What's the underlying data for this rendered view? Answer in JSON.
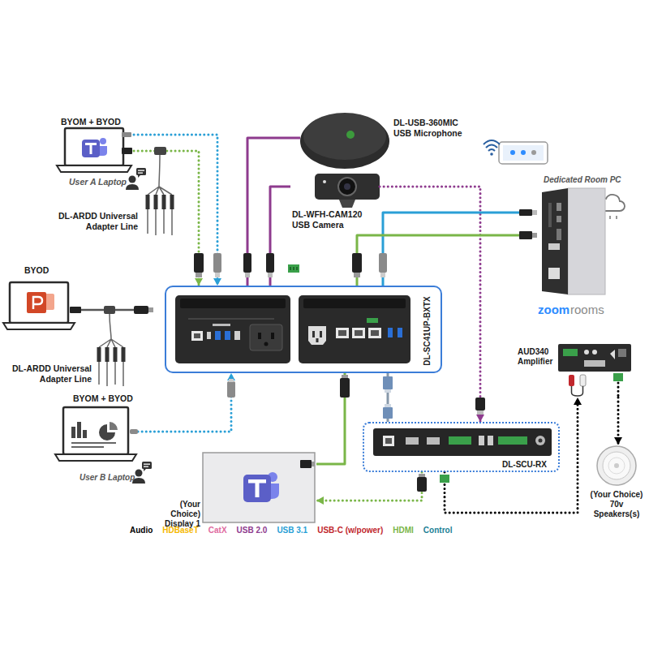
{
  "diagram": {
    "nodes": [
      {
        "text": [
          "BYOM + BYOD",
          "User A Laptop"
        ]
      },
      {
        "text": [
          "DL-ARDD Universal Adapter Line"
        ]
      },
      {
        "text": [
          "DL-USB-360MIC USB Microphone"
        ]
      },
      {
        "text": [
          "DL-WFH-CAM120 USB Camera"
        ]
      },
      {
        "text": [
          "Dedicated Room PC",
          "zoom",
          "rooms"
        ]
      },
      {
        "text": [
          "BYOD"
        ]
      },
      {
        "text": [
          "DL-ARDD Universal Adapter Line"
        ]
      },
      {
        "text": [
          "DL-SC41UP-BXTX"
        ]
      },
      {
        "text": [
          "AUD340 Amplifier"
        ]
      },
      {
        "text": [
          "BYOM + BYOD",
          "User B Laptop"
        ]
      },
      {
        "text": [
          "DL-SCU-RX"
        ]
      },
      {
        "text": [
          "(Your Choice) Display 1"
        ]
      },
      {
        "text": [
          "(Your Choice) 70v Speakers(s)"
        ]
      }
    ],
    "edges": [
      {
        "from": 0,
        "to": 7,
        "arrow": "to"
      },
      {
        "from": 0,
        "to": 7,
        "arrow": "to"
      },
      {
        "from": 2,
        "to": 7,
        "arrow": "none"
      },
      {
        "from": 3,
        "to": 7,
        "arrow": "none"
      },
      {
        "from": 3,
        "to": 10,
        "arrow": "to"
      },
      {
        "from": 4,
        "to": 7,
        "arrow": "none"
      },
      {
        "from": 4,
        "to": 7,
        "arrow": "none"
      },
      {
        "from": 9,
        "to": 7,
        "arrow": "to"
      },
      {
        "from": 7,
        "to": 11,
        "arrow": "none"
      },
      {
        "from": 7,
        "to": 10,
        "arrow": "none"
      },
      {
        "from": 10,
        "to": 11,
        "arrow": "to"
      },
      {
        "from": 10,
        "to": 8,
        "arrow": "to"
      },
      {
        "from": 8,
        "to": 12,
        "arrow": "to"
      }
    ],
    "legend": [
      {
        "text": "Audio",
        "color": "#000000"
      },
      {
        "text": "HDBaseT",
        "color": "#f5b800"
      },
      {
        "text": "CatX",
        "color": "#e06c9f"
      },
      {
        "text": "USB 2.0",
        "color": "#8e3b8e"
      },
      {
        "text": "USB 3.1",
        "color": "#2a9fd6"
      },
      {
        "text": "USB-C (w/power)",
        "color": "#c1272d"
      },
      {
        "text": "HDMI",
        "color": "#7ab648"
      },
      {
        "text": "Control",
        "color": "#1b7f95"
      }
    ]
  }
}
